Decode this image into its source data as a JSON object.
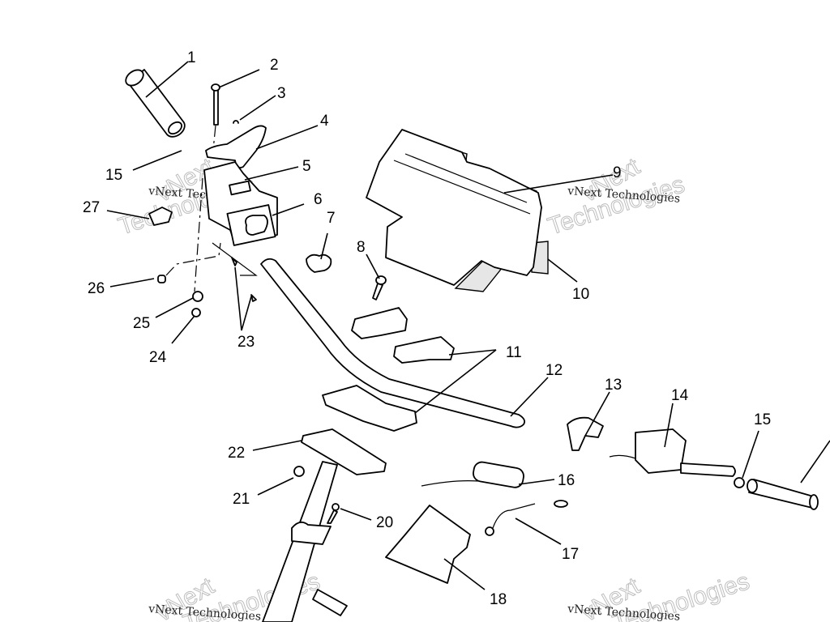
{
  "diagram": {
    "title": "Handlebar / Steering Assembly Exploded View",
    "callouts": [
      {
        "id": "c1",
        "label": "1"
      },
      {
        "id": "c2",
        "label": "2"
      },
      {
        "id": "c3",
        "label": "3"
      },
      {
        "id": "c4",
        "label": "4"
      },
      {
        "id": "c5",
        "label": "5"
      },
      {
        "id": "c6",
        "label": "6"
      },
      {
        "id": "c7",
        "label": "7"
      },
      {
        "id": "c8",
        "label": "8"
      },
      {
        "id": "c9",
        "label": "9"
      },
      {
        "id": "c10",
        "label": "10"
      },
      {
        "id": "c11",
        "label": "11"
      },
      {
        "id": "c12",
        "label": "12"
      },
      {
        "id": "c13",
        "label": "13"
      },
      {
        "id": "c14",
        "label": "14"
      },
      {
        "id": "c15a",
        "label": "15"
      },
      {
        "id": "c15b",
        "label": "15"
      },
      {
        "id": "c16",
        "label": "16"
      },
      {
        "id": "c17",
        "label": "17"
      },
      {
        "id": "c18",
        "label": "18"
      },
      {
        "id": "c20",
        "label": "20"
      },
      {
        "id": "c21",
        "label": "21"
      },
      {
        "id": "c22",
        "label": "22"
      },
      {
        "id": "c23",
        "label": "23"
      },
      {
        "id": "c24",
        "label": "24"
      },
      {
        "id": "c25",
        "label": "25"
      },
      {
        "id": "c26",
        "label": "26"
      },
      {
        "id": "c27",
        "label": "27"
      }
    ]
  },
  "watermarks": {
    "small_text": "vNext Technologies",
    "large_line1": "vNext",
    "large_line2": "Technologies"
  }
}
